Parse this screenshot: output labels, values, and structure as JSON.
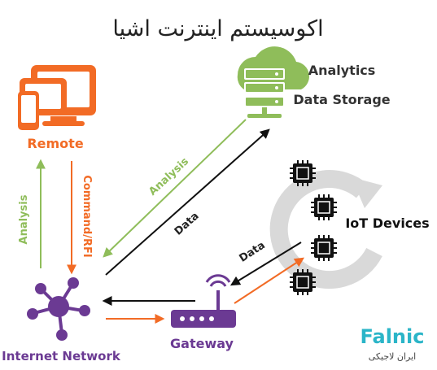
{
  "title": "اکوسیستم اینترنت اشیا",
  "nodes": {
    "remote": "Remote",
    "analytics": "Analytics",
    "data_storage": "Data Storage",
    "iot_devices": "IoT Devices",
    "gateway": "Gateway",
    "internet_network": "Internet Network"
  },
  "edges": {
    "analysis_vertical": "Analysis",
    "command_rfi": "Command/RFI",
    "analysis_diagonal": "Analysis",
    "data_diagonal": "Data",
    "data_devices": "Data"
  },
  "logo": {
    "brand": "Falnic",
    "subtitle": "ایران لاجیکی"
  },
  "colors": {
    "orange": "#f26b25",
    "green": "#8fbd5a",
    "purple": "#6b3a93",
    "dark": "#222222",
    "gray_cycle": "#d9d9d9",
    "teal": "#2bb5c8"
  }
}
